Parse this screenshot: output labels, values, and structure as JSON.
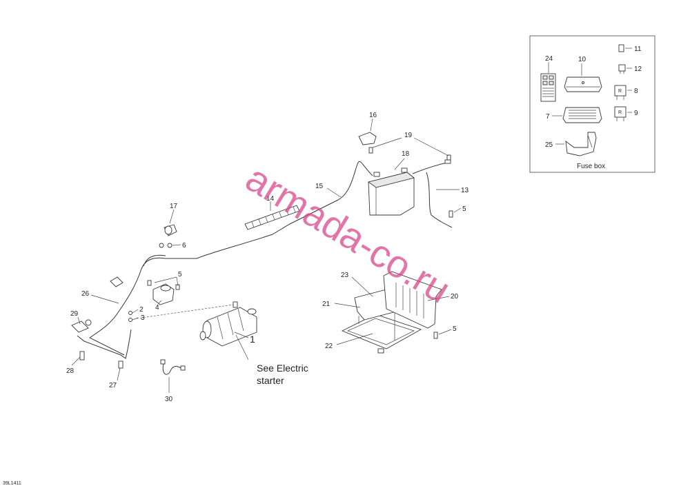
{
  "callouts": {
    "c1": "1",
    "c2": "2",
    "c3": "3",
    "c4": "4",
    "c5a": "5",
    "c5b": "5",
    "c5c": "5",
    "c6": "6",
    "c7": "7",
    "c8": "8",
    "c9": "9",
    "c10": "10",
    "c11": "11",
    "c12": "12",
    "c13": "13",
    "c14": "14",
    "c15": "15",
    "c16": "16",
    "c17": "17",
    "c18": "18",
    "c19": "19",
    "c20": "20",
    "c21": "21",
    "c22": "22",
    "c23": "23",
    "c24": "24",
    "c25": "25",
    "c26": "26",
    "c27": "27",
    "c28": "28",
    "c29": "29",
    "c30": "30"
  },
  "see_electric_line1": "See Electric",
  "see_electric_line2": "starter",
  "fuse_box_label": "Fuse box",
  "drawing_code": "39L1411",
  "watermark": "armada-co.ru",
  "colors": {
    "watermark": "#d9478a",
    "line": "#333333"
  }
}
